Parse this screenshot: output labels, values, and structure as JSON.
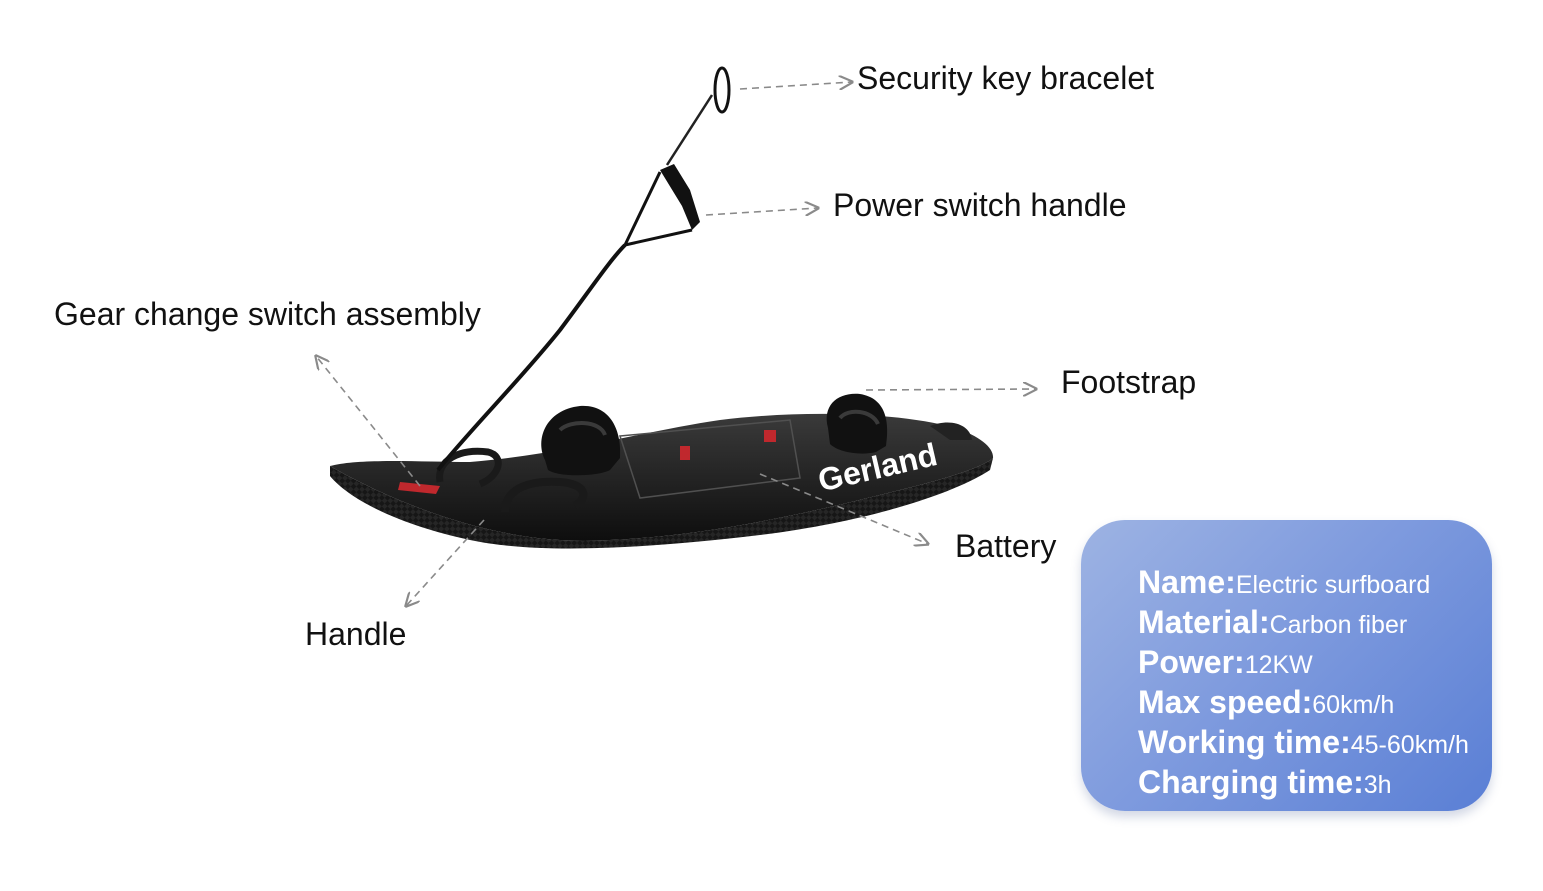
{
  "labels": {
    "security_key": "Security key bracelet",
    "power_switch": "Power switch handle",
    "gear_change": "Gear change switch assembly",
    "footstrap": "Footstrap",
    "battery": "Battery",
    "handle": "Handle"
  },
  "board": {
    "brand": "Gerland"
  },
  "specs": [
    {
      "key": "Name:",
      "value": "Electric surfboard"
    },
    {
      "key": "Material:",
      "value": "Carbon fiber"
    },
    {
      "key": "Power:",
      "value": "12KW"
    },
    {
      "key": "Max speed:",
      "value": "60km/h"
    },
    {
      "key": "Working time:",
      "value": "45-60km/h"
    },
    {
      "key": "Charging time:",
      "value": "3h"
    }
  ],
  "colors": {
    "panel_start": "#9db3e3",
    "panel_end": "#5a7fd5",
    "board": "#1a1a1a",
    "accent_red": "#c0282d",
    "leader_line": "#8a8a8a"
  }
}
